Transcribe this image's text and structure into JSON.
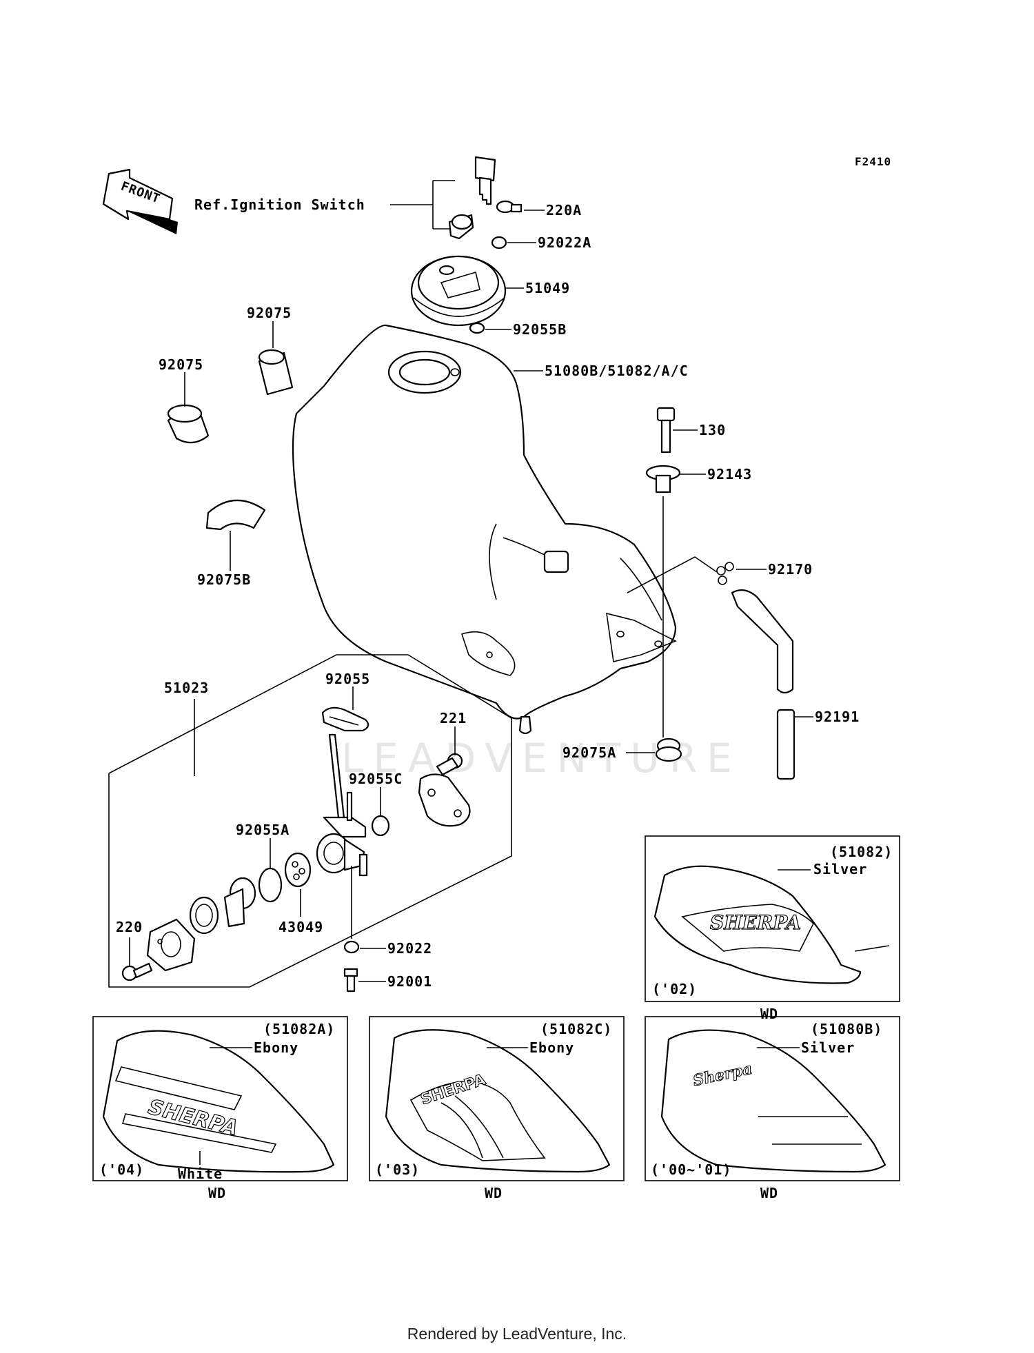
{
  "figure_code": "F2410",
  "front_label": "FRONT",
  "ref_ignition": "Ref.Ignition Switch",
  "callouts": {
    "c220A": "220A",
    "c92022A": "92022A",
    "c51049": "51049",
    "c92055B": "92055B",
    "c51080B": "51080B/51082/A/C",
    "c92075_right": "92075",
    "c92075_left": "92075",
    "c92075B": "92075B",
    "c130": "130",
    "c92143": "92143",
    "c92170": "92170",
    "c92191": "92191",
    "c92075A": "92075A",
    "c51023": "51023",
    "c92055": "92055",
    "c221": "221",
    "c92055C": "92055C",
    "c92055A": "92055A",
    "c43049": "43049",
    "c220": "220",
    "c92022": "92022",
    "c92001": "92001"
  },
  "variants": [
    {
      "part": "(51082)",
      "color": "Silver",
      "year": "('02)",
      "market": "WD"
    },
    {
      "part": "(51082A)",
      "color": "Ebony",
      "extra_color": "White",
      "year": "('04)",
      "market": "WD"
    },
    {
      "part": "(51082C)",
      "color": "Ebony",
      "year": "('03)",
      "market": "WD"
    },
    {
      "part": "(51080B)",
      "color": "Silver",
      "year": "('00~'01)",
      "market": "WD"
    }
  ],
  "watermark": "LEADVENTURE",
  "footer": "Rendered by LeadVenture, Inc."
}
